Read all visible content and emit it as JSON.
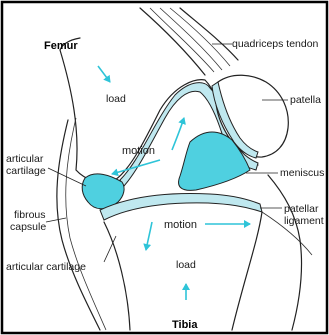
{
  "labels": {
    "femur": "Femur",
    "tibia": "Tibia",
    "quadriceps_tendon": "quadriceps tendon",
    "patella": "patella",
    "meniscus": "meniscus",
    "patellar_ligament_line1": "patellar",
    "patellar_ligament_line2": "ligament",
    "articular_cartilage_line1": "articular",
    "articular_cartilage_line2": "cartilage",
    "fibrous_capsule_line1": "fibrous",
    "fibrous_capsule_line2": "capsule",
    "articular_cartilage_lower": "articular cartilage",
    "load_top": "load",
    "load_bottom": "load",
    "motion_upper": "motion",
    "motion_lower": "motion"
  },
  "colors": {
    "cartilage_fill": "#bfe8ef",
    "meniscus_fill": "#4fd0e0",
    "arrow": "#2ec4d8",
    "outline": "#222222",
    "frame": "#000000"
  }
}
